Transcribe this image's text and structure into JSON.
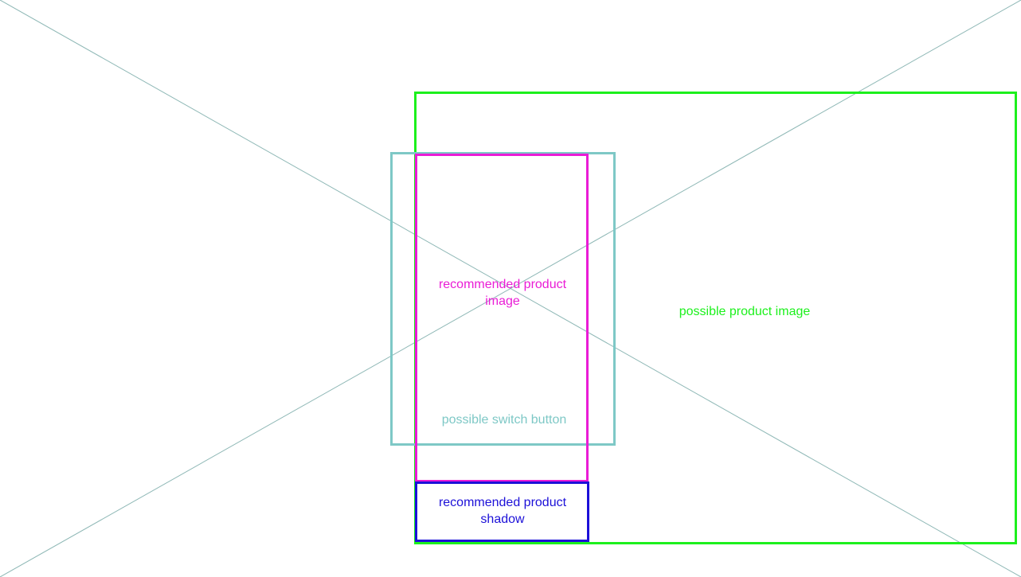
{
  "colors": {
    "background": "#ffffff",
    "diagonal_lines": "#8fb8b6",
    "possible_product_image": "#1cf01c",
    "possible_switch_button": "#7ec8c6",
    "recommended_product_image": "#ea1cd6",
    "recommended_product_shadow": "#1c10d8"
  },
  "regions": {
    "possible_product_image": {
      "label": "possible product image"
    },
    "possible_switch_button": {
      "label": "possible switch button"
    },
    "recommended_product_image": {
      "label": "recommended product\nimage"
    },
    "recommended_product_shadow": {
      "label": "recommended product\nshadow"
    }
  }
}
